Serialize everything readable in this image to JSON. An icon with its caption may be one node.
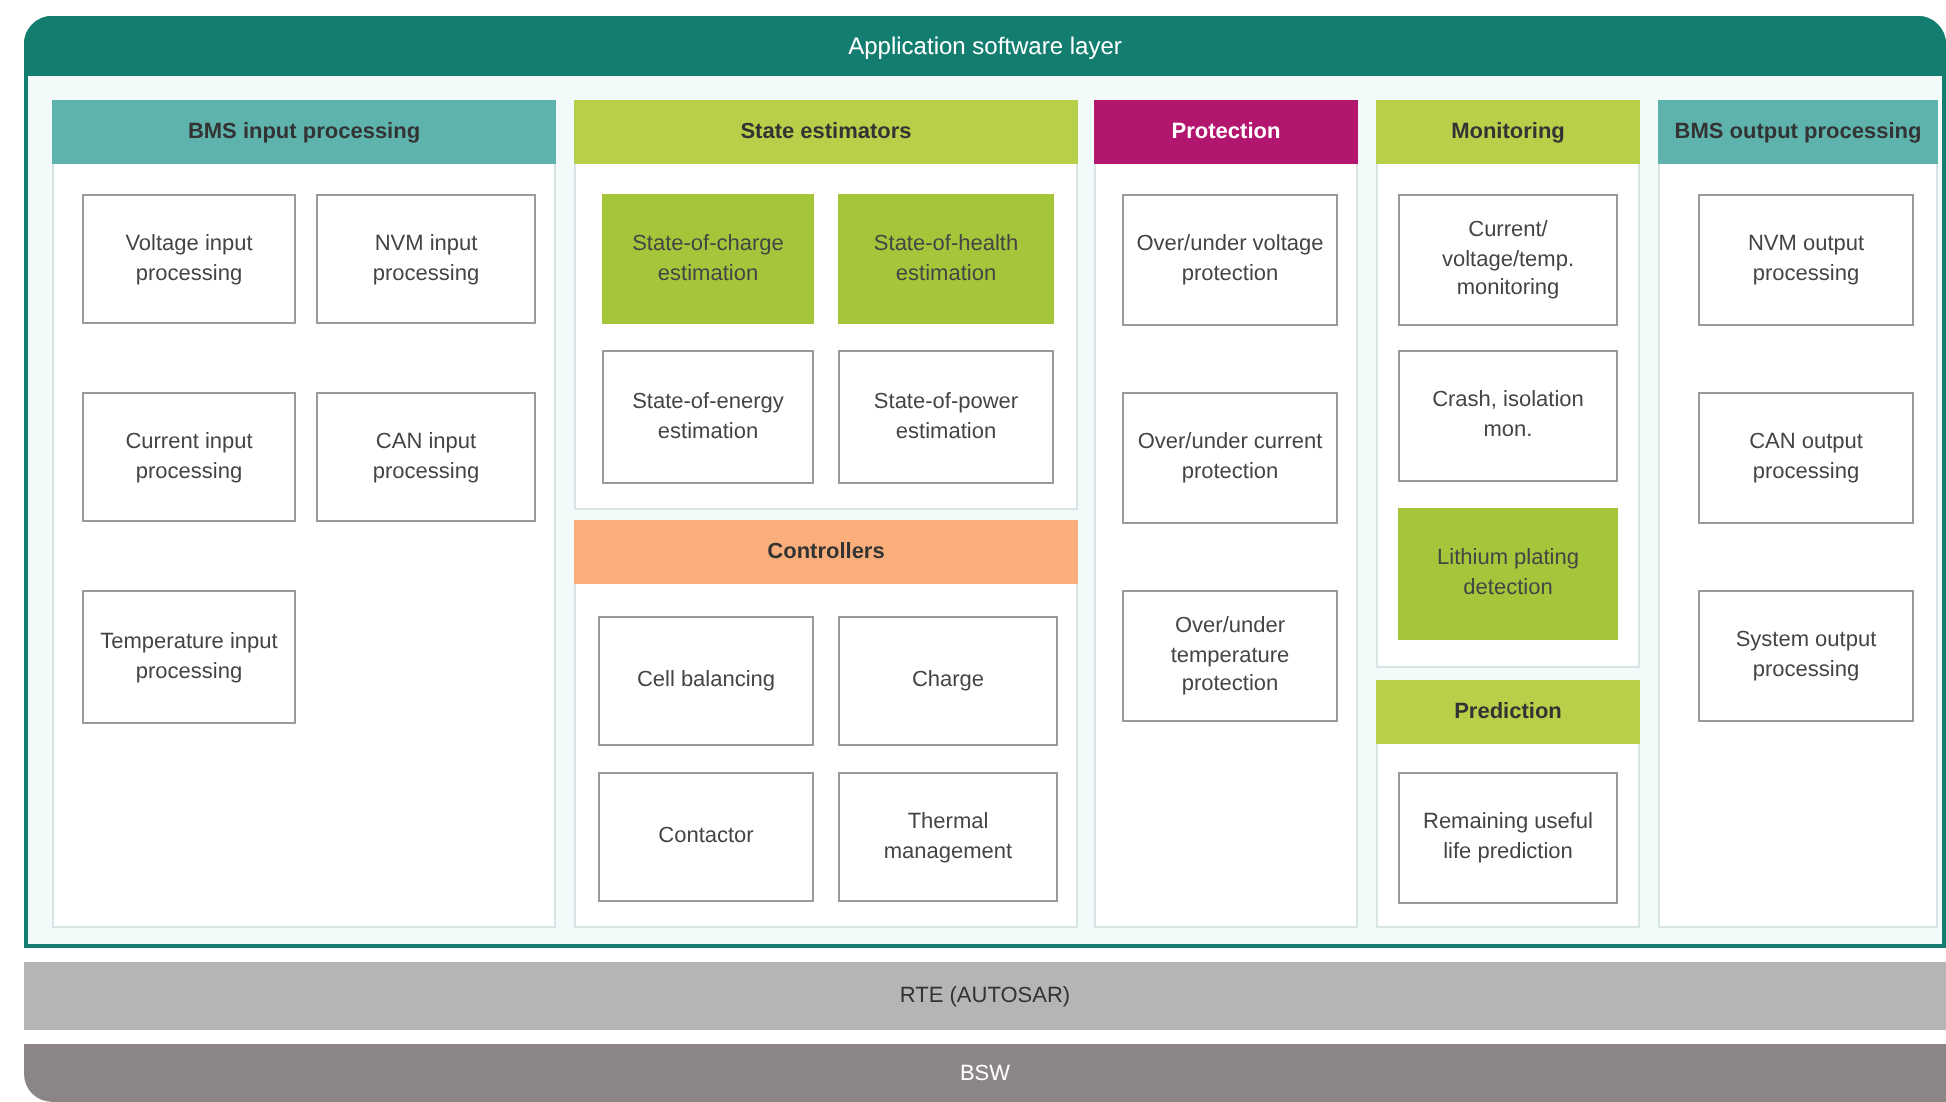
{
  "diagram": {
    "nodes": [
      {
        "text": [
          "Application software layer"
        ]
      },
      {
        "text": [
          "BMS input processing"
        ],
        "in": 0
      },
      {
        "text": [
          "Voltage input processing"
        ],
        "in": 1
      },
      {
        "text": [
          "NVM input processing"
        ],
        "in": 1
      },
      {
        "text": [
          "Current input processing"
        ],
        "in": 1
      },
      {
        "text": [
          "CAN input processing"
        ],
        "in": 1
      },
      {
        "text": [
          "Temperature input processing"
        ],
        "in": 1
      },
      {
        "text": [
          "State estimators"
        ],
        "in": 0
      },
      {
        "text": [
          "State-of-charge estimation"
        ],
        "in": 7
      },
      {
        "text": [
          "State-of-health estimation"
        ],
        "in": 7
      },
      {
        "text": [
          "State-of-energy estimation"
        ],
        "in": 7
      },
      {
        "text": [
          "State-of-power estimation"
        ],
        "in": 7
      },
      {
        "text": [
          "Controllers"
        ],
        "in": 0
      },
      {
        "text": [
          "Cell balancing"
        ],
        "in": 12
      },
      {
        "text": [
          "Charge"
        ],
        "in": 12
      },
      {
        "text": [
          "Contactor"
        ],
        "in": 12
      },
      {
        "text": [
          "Thermal management"
        ],
        "in": 12
      },
      {
        "text": [
          "Protection"
        ],
        "in": 0
      },
      {
        "text": [
          "Over/under voltage protection"
        ],
        "in": 17
      },
      {
        "text": [
          "Over/under current protection"
        ],
        "in": 17
      },
      {
        "text": [
          "Over/under temperature protection"
        ],
        "in": 17
      },
      {
        "text": [
          "Monitoring"
        ],
        "in": 0
      },
      {
        "text": [
          "Current/ voltage/temp. monitoring"
        ],
        "in": 21
      },
      {
        "text": [
          "Crash, isolation mon."
        ],
        "in": 21
      },
      {
        "text": [
          "Lithium plating detection"
        ],
        "in": 21
      },
      {
        "text": [
          "Prediction"
        ],
        "in": 0
      },
      {
        "text": [
          "Remaining useful life prediction"
        ],
        "in": 25
      },
      {
        "text": [
          "BMS output processing"
        ],
        "in": 0
      },
      {
        "text": [
          "NVM output processing"
        ],
        "in": 27
      },
      {
        "text": [
          "CAN output processing"
        ],
        "in": 27
      },
      {
        "text": [
          "System output processing"
        ],
        "in": 27
      },
      {
        "text": [
          "RTE (AUTOSAR)"
        ]
      },
      {
        "text": [
          "BSW"
        ]
      }
    ],
    "edges": []
  }
}
